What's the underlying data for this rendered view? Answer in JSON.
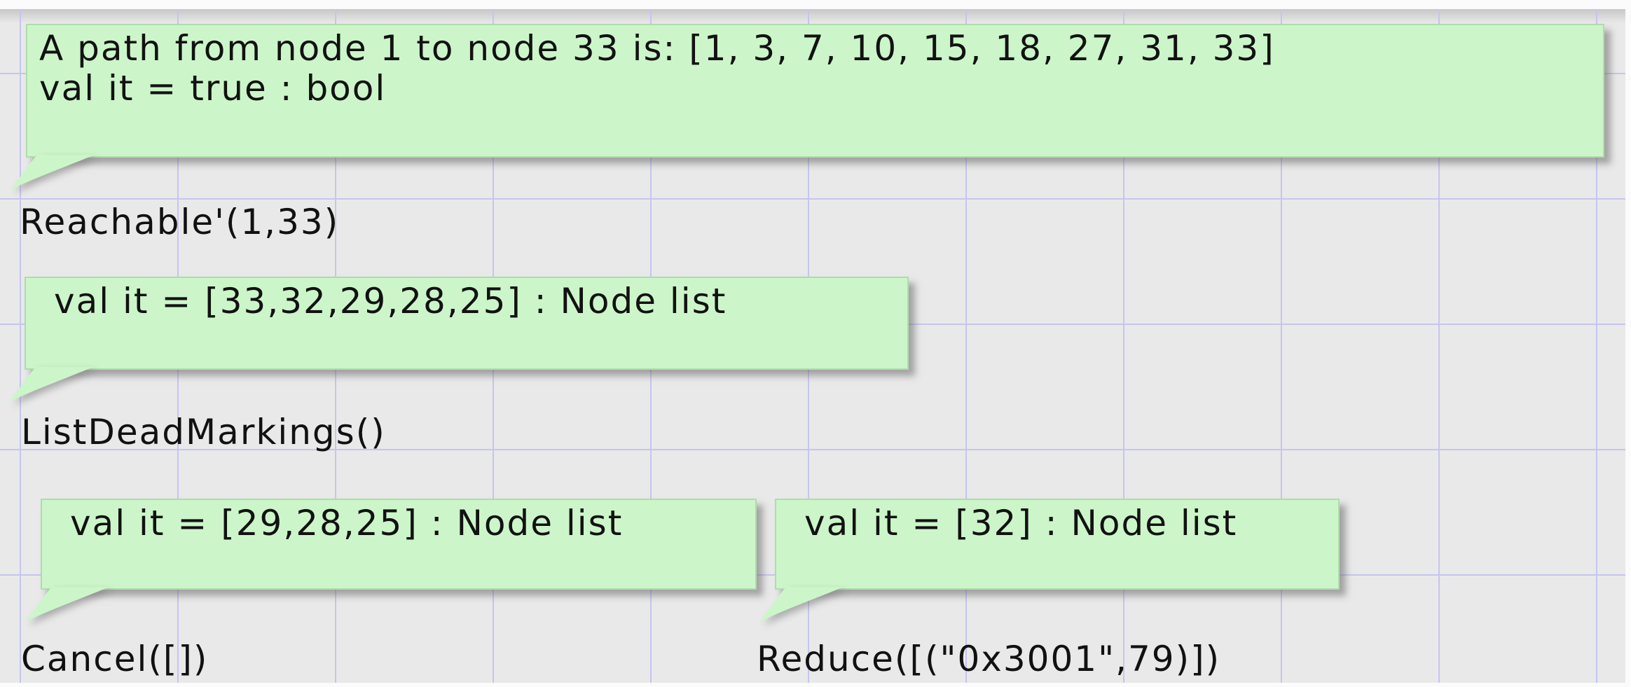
{
  "colors": {
    "canvas_background": "#e9e9e9",
    "grid_line": "#c5c5f0",
    "balloon_fill": "#ccf6c9",
    "text": "#111111"
  },
  "balloons": [
    {
      "name": "reachable-result-balloon",
      "lines": [
        "A path from node 1 to node 33 is: [1, 3, 7, 10, 15, 18, 27, 31, 33]",
        "val it = true : bool"
      ]
    },
    {
      "name": "listdeadmarkings-result-balloon",
      "lines": [
        "val it = [33,32,29,28,25] : Node list"
      ]
    },
    {
      "name": "cancel-result-balloon",
      "lines": [
        "val it = [29,28,25] : Node list"
      ]
    },
    {
      "name": "reduce-result-balloon",
      "lines": [
        "val it = [32] : Node list"
      ]
    }
  ],
  "code_labels": [
    "Reachable'(1,33)",
    "ListDeadMarkings()",
    "Cancel([])",
    "Reduce([(\"0x3001\",79)])"
  ]
}
